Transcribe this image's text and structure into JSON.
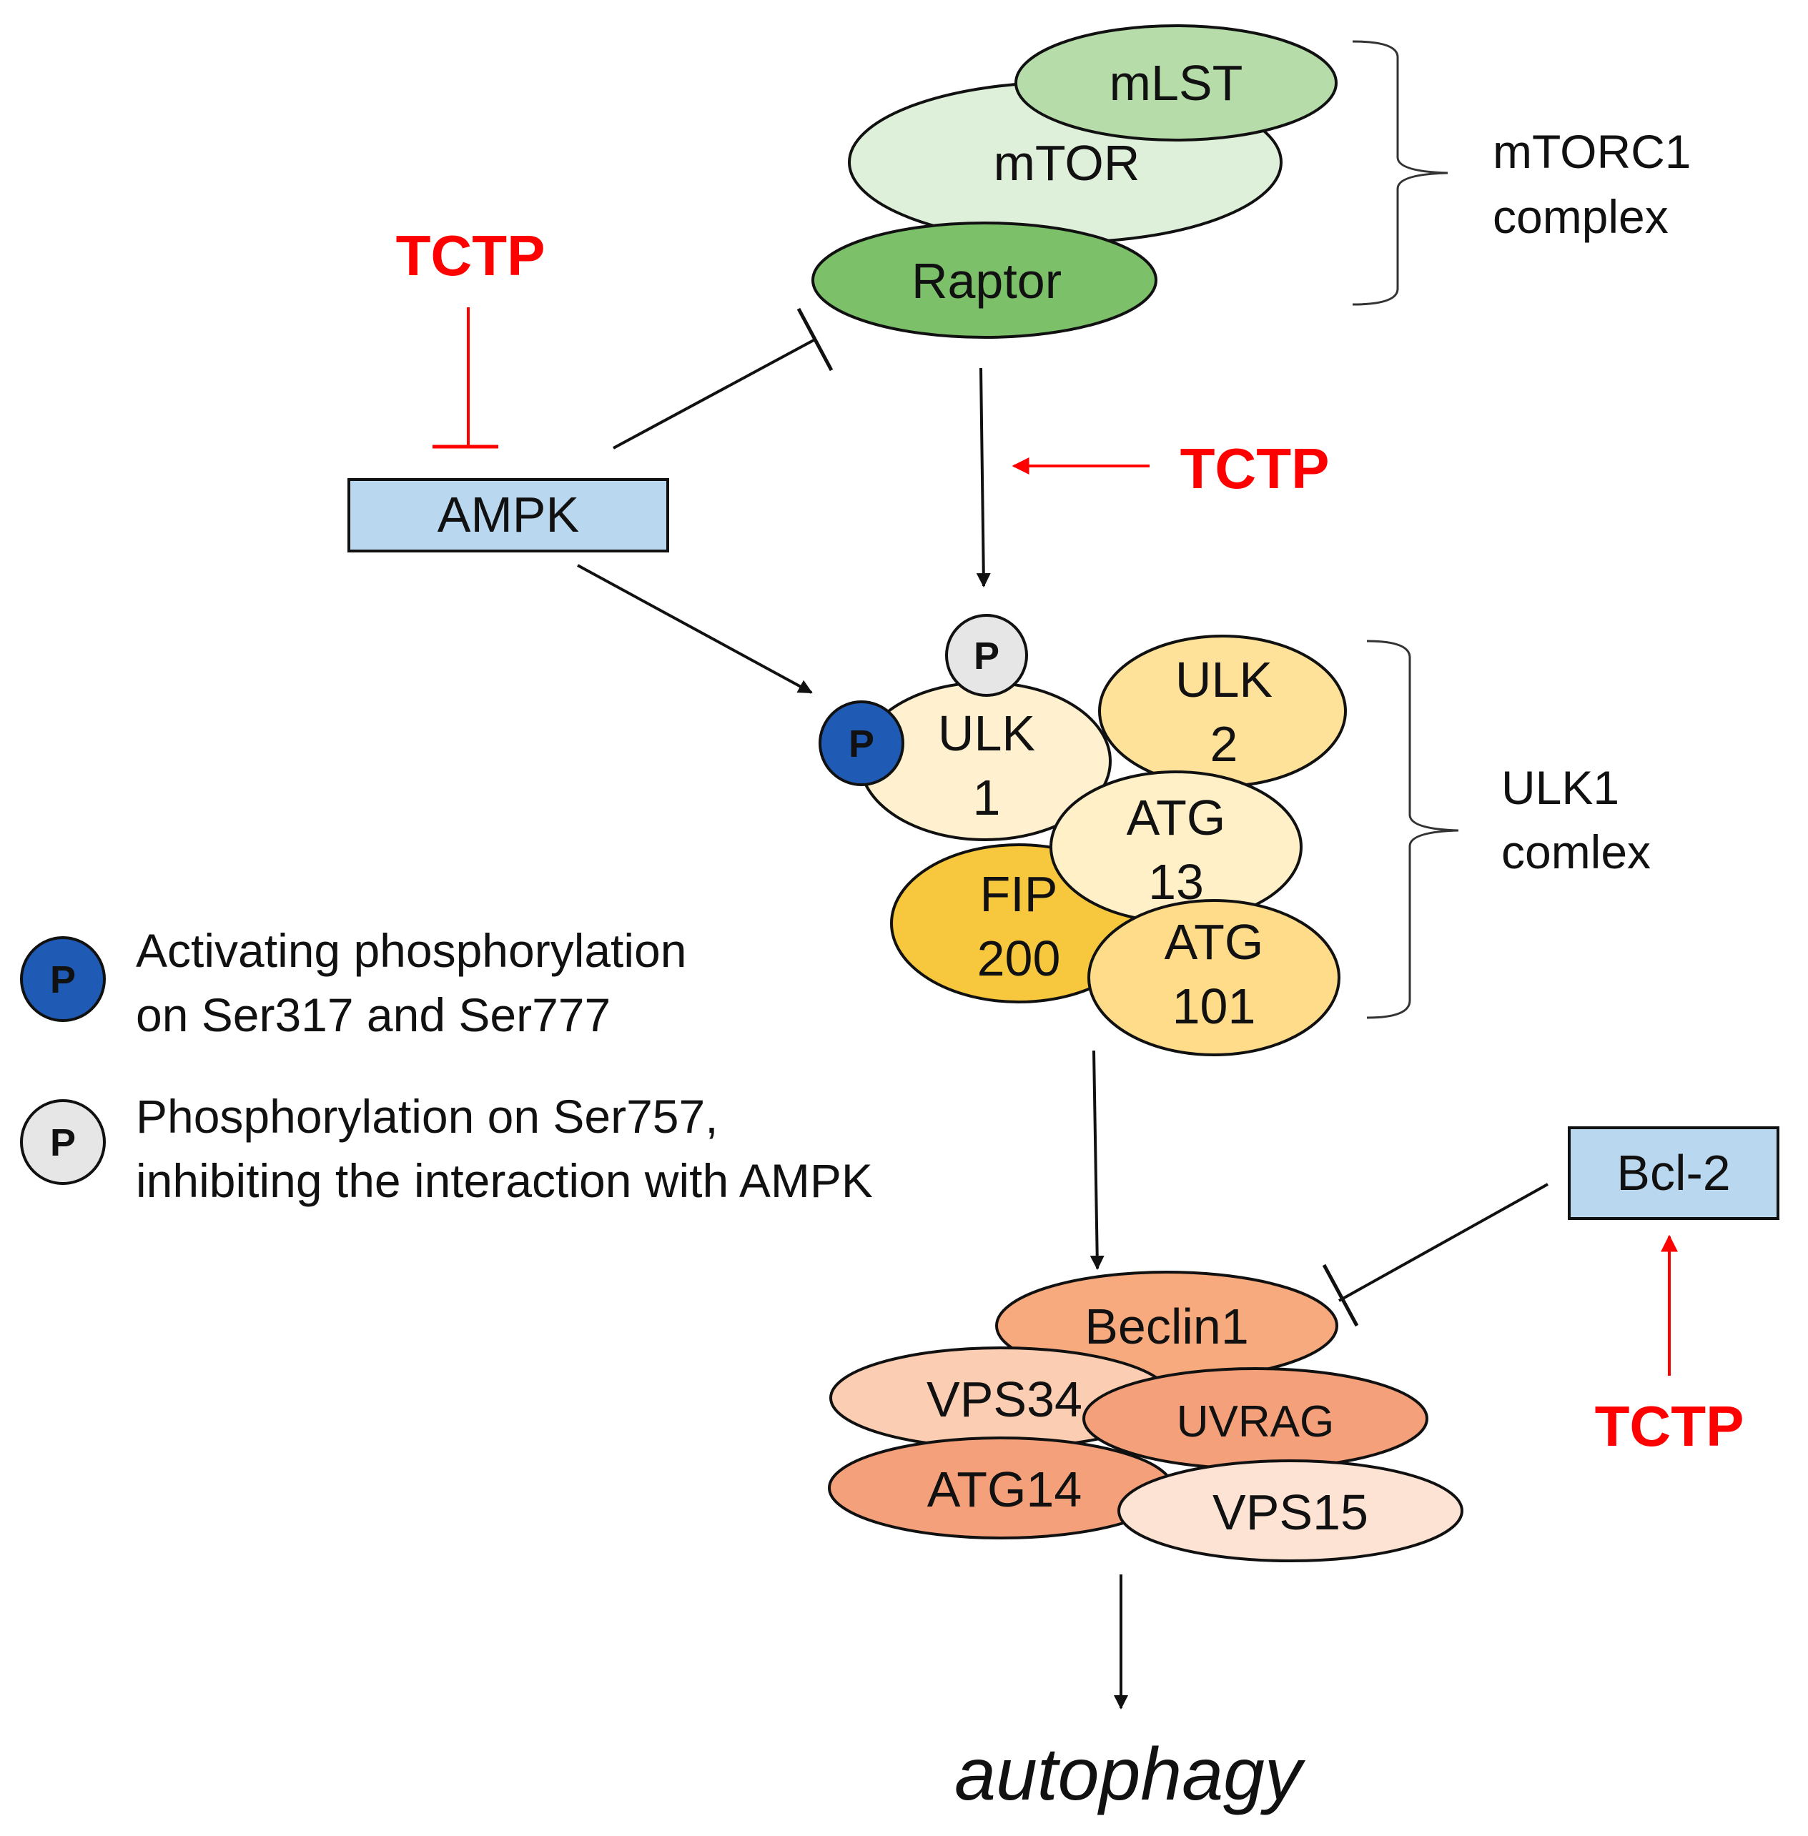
{
  "mtorc1": {
    "mlst": "mLST",
    "mtor": "mTOR",
    "raptor": "Raptor",
    "bracket_line1": "mTORC1",
    "bracket_line2": "complex"
  },
  "ampk": "AMPK",
  "tctp_top": "TCTP",
  "tctp_mid": "TCTP",
  "tctp_bottom": "TCTP",
  "ulk1_complex": {
    "ulk1_line1": "ULK",
    "ulk1_line2": "1",
    "ulk2_line1": "ULK",
    "ulk2_line2": "2",
    "atg13_line1": "ATG",
    "atg13_line2": "13",
    "fip200_line1": "FIP",
    "fip200_line2": "200",
    "atg101_line1": "ATG",
    "atg101_line2": "101",
    "bracket_line1": "ULK1",
    "bracket_line2": "comlex"
  },
  "p_symbol": "P",
  "legend": {
    "active_line1": "Activating phosphorylation",
    "active_line2": "on Ser317 and Ser777",
    "inhib_line1": "Phosphorylation on Ser757,",
    "inhib_line2": "inhibiting the interaction with AMPK"
  },
  "bcl2": "Bcl-2",
  "pi3k_complex": {
    "beclin1": "Beclin1",
    "vps34": "VPS34",
    "uvrag": "UVRAG",
    "atg14": "ATG14",
    "vps15": "VPS15"
  },
  "outcome": "autophagy",
  "colors": {
    "mlst": "#b6dcaa",
    "mtor": "#dff0da",
    "raptor": "#7cc06a",
    "ampk_box": "#b9d7ee",
    "ulk1": "#fff1cf",
    "ulk2": "#ffe29a",
    "atg13": "#fff0c8",
    "fip200": "#f7c73e",
    "atg101": "#ffdc8a",
    "p_active": "#1f5bb5",
    "p_inhib": "#e6e6e6",
    "beclin1": "#f6aa7e",
    "vps34": "#fbcdb2",
    "uvrag": "#f4a07a",
    "atg14": "#f4a07a",
    "vps15": "#fde3d4",
    "tctp": "#ff0000"
  }
}
